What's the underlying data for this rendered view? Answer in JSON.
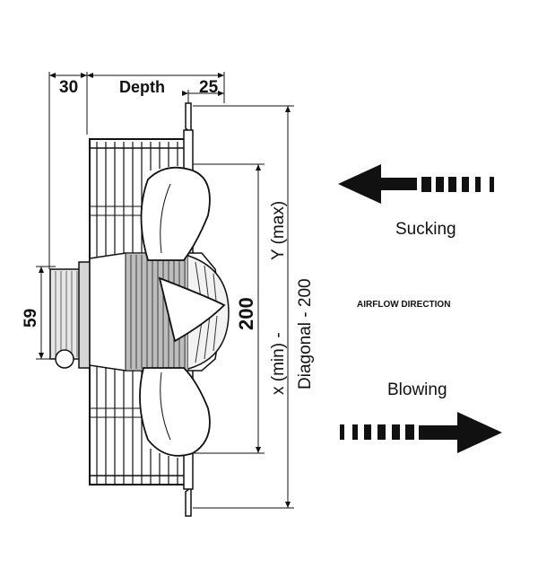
{
  "dimensions": {
    "left_width": "30",
    "depth": "Depth",
    "flange": "25",
    "mount_height": "59",
    "blade_span": "200",
    "x_min": "x (min) -",
    "y_max": "Y (max)",
    "diagonal": "Diagonal - 200"
  },
  "airflow": {
    "heading": "AIRFLOW DIRECTION",
    "sucking": "Sucking",
    "blowing": "Blowing"
  },
  "colors": {
    "ink": "#111111",
    "shading": "#bdbdbd",
    "light_fill": "#e6e6e6"
  }
}
